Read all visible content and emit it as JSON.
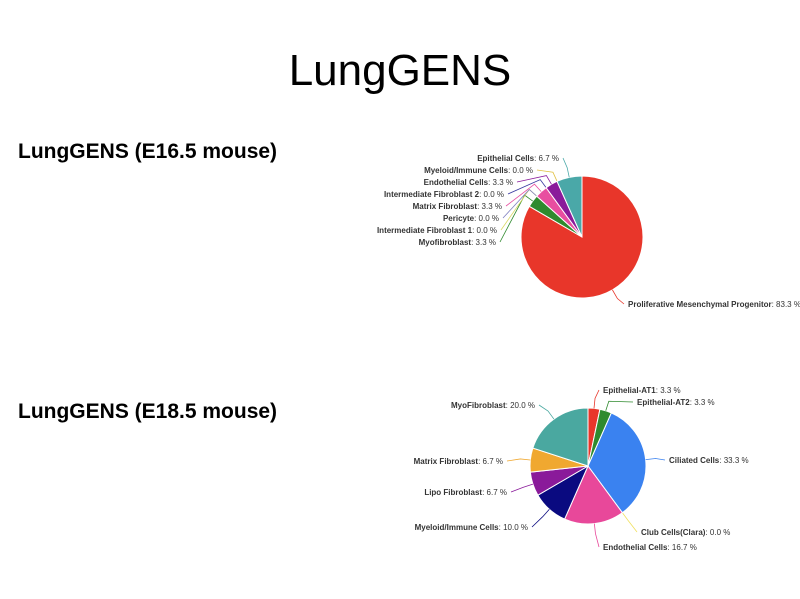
{
  "slide": {
    "title": "LungGENS"
  },
  "chart_data": [
    {
      "type": "pie",
      "title": "LungGENS (E16.5 mouse)",
      "unit": "%",
      "slices": [
        {
          "label": "Proliferative Mesenchymal Progenitor",
          "value": 83.3,
          "color": "#e8362a"
        },
        {
          "label": "Myofibroblast",
          "value": 3.3,
          "color": "#2f8a2e"
        },
        {
          "label": "Intermediate Fibroblast 1",
          "value": 0.0,
          "color": "#d8d860"
        },
        {
          "label": "Pericyte",
          "value": 0.0,
          "color": "#8080c0"
        },
        {
          "label": "Matrix Fibroblast",
          "value": 3.3,
          "color": "#e84ea0"
        },
        {
          "label": "Intermediate Fibroblast 2",
          "value": 0.0,
          "color": "#3a3aa0"
        },
        {
          "label": "Endothelial Cells",
          "value": 3.3,
          "color": "#8a1a9a"
        },
        {
          "label": "Myeloid/Immune Cells",
          "value": 0.0,
          "color": "#e0c040"
        },
        {
          "label": "Epithelial Cells",
          "value": 6.7,
          "color": "#4aa8a8"
        }
      ]
    },
    {
      "type": "pie",
      "title": "LungGENS (E18.5 mouse)",
      "unit": "%",
      "slices": [
        {
          "label": "Epithelial-AT1",
          "value": 3.3,
          "color": "#e8362a"
        },
        {
          "label": "Epithelial-AT2",
          "value": 3.3,
          "color": "#2f8a2e"
        },
        {
          "label": "Ciliated Cells",
          "value": 33.3,
          "color": "#3a82f0"
        },
        {
          "label": "Club Cells(Clara)",
          "value": 0.0,
          "color": "#f0e060"
        },
        {
          "label": "Endothelial Cells",
          "value": 16.7,
          "color": "#e8489a"
        },
        {
          "label": "Myeloid/Immune Cells",
          "value": 10.0,
          "color": "#0a0a80"
        },
        {
          "label": "Lipo Fibroblast",
          "value": 6.7,
          "color": "#8a1a9a"
        },
        {
          "label": "Matrix Fibroblast",
          "value": 6.7,
          "color": "#f0a830"
        },
        {
          "label": "MyoFibroblast",
          "value": 20.0,
          "color": "#4aa8a0"
        }
      ]
    }
  ]
}
